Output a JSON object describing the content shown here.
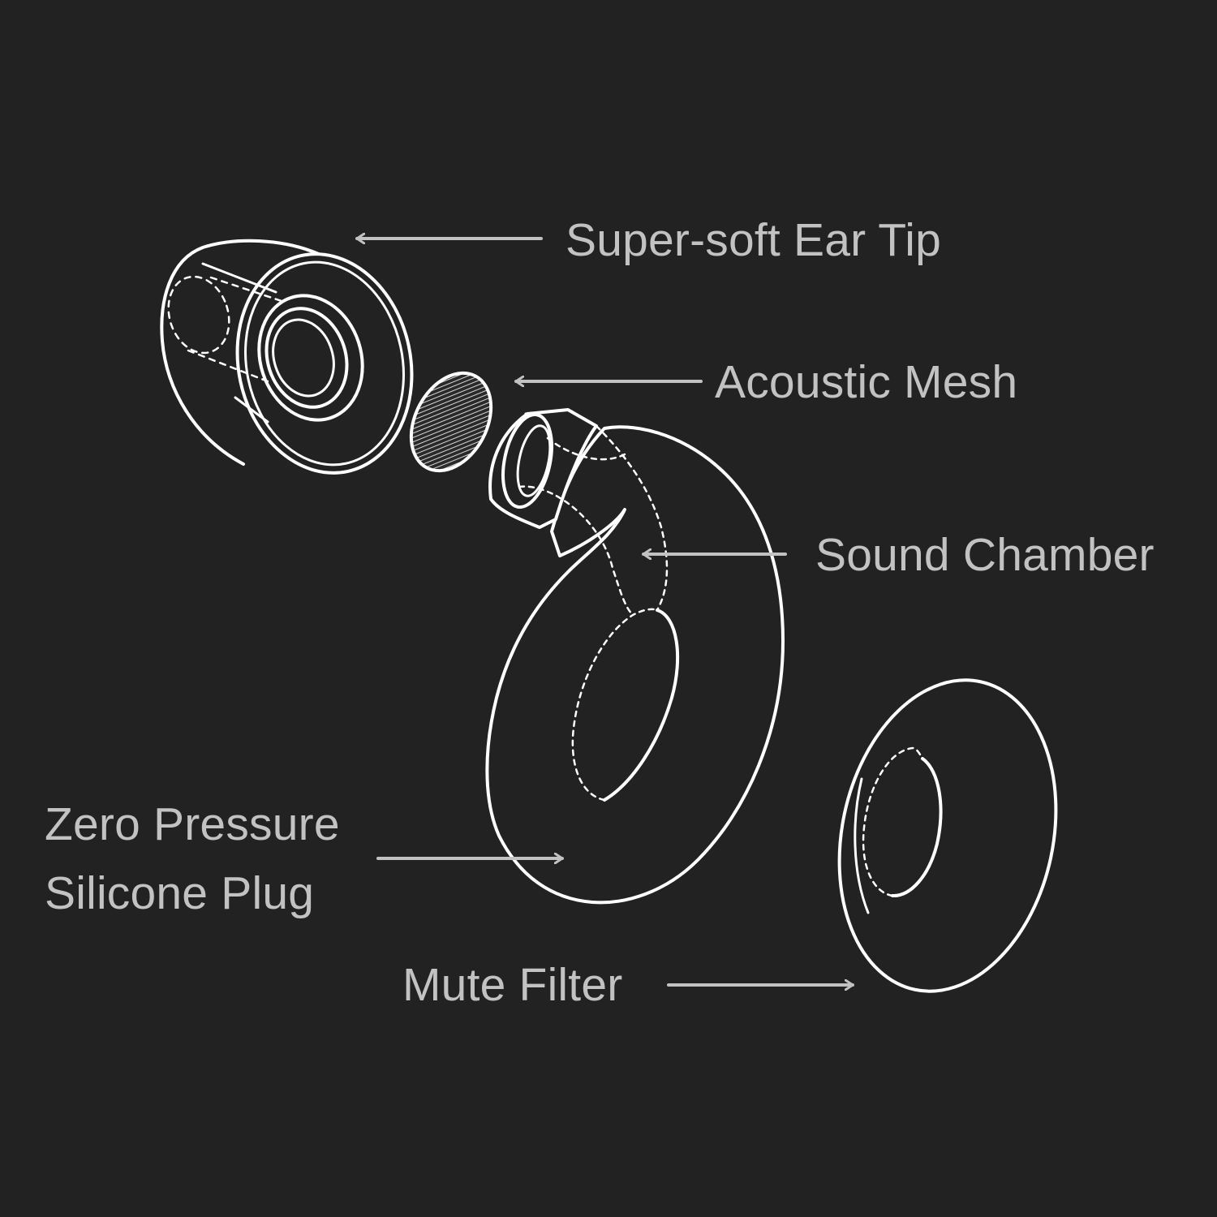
{
  "colors": {
    "background": "#222222",
    "line": "#ffffff",
    "label": "#c2c2c2",
    "arrow": "#c2c2c2"
  },
  "labels": {
    "ear_tip": "Super-soft Ear Tip",
    "acoustic_mesh": "Acoustic Mesh",
    "sound_chamber": "Sound Chamber",
    "silicone_plug_line1": "Zero Pressure",
    "silicone_plug_line2": "Silicone Plug",
    "mute_filter": "Mute Filter"
  }
}
